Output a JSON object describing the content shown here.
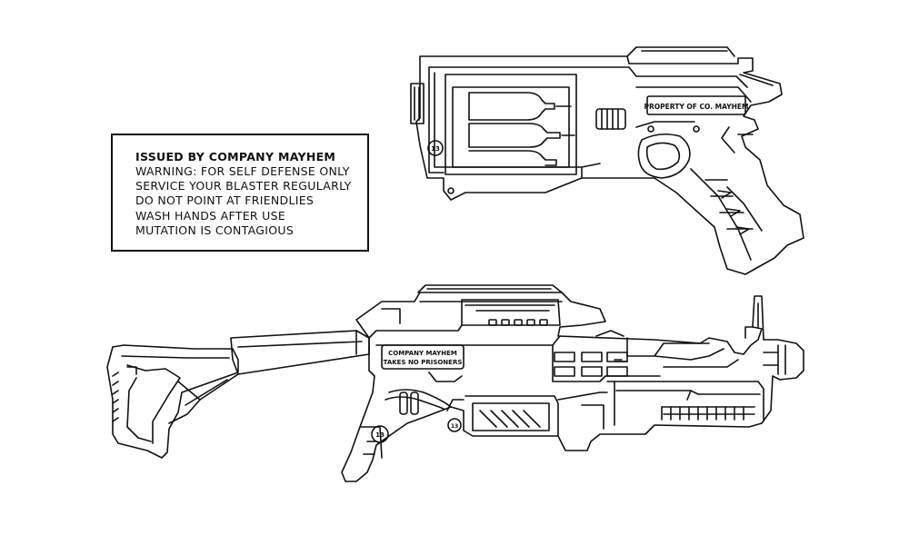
{
  "warning_box": {
    "title": "ISSUED BY COMPANY MAYHEM",
    "lines": [
      "WARNING: FOR SELF DEFENSE ONLY",
      "SERVICE YOUR BLASTER REGULARLY",
      "DO NOT POINT AT FRIENDLIES",
      "WASH HANDS AFTER USE",
      "MUTATION IS CONTAGIOUS"
    ]
  },
  "pistol": {
    "icon": "revolver-blaster-outline",
    "engraving": "PROPERTY OF CO. MAYHEM",
    "badge": "13"
  },
  "rifle": {
    "icon": "rifle-blaster-outline",
    "plate_line1": "COMPANY MAYHEM",
    "plate_line2": "TAKES NO PRISONERS",
    "badge_grip": "13",
    "badge_trigger": "13"
  },
  "colors": {
    "line": "#111111",
    "background": "#ffffff"
  }
}
